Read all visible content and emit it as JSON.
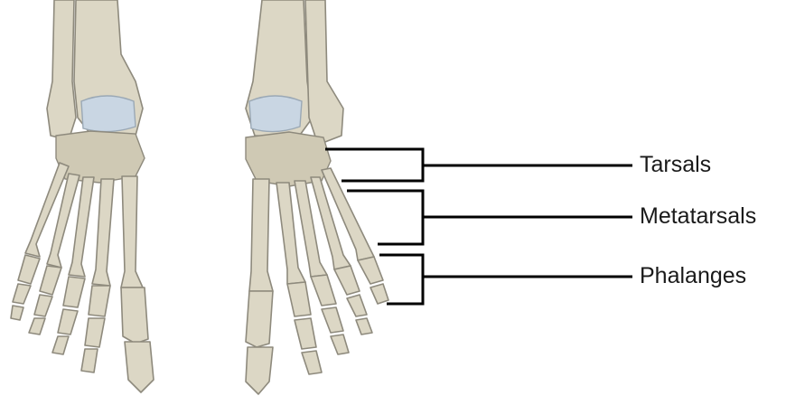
{
  "labels": {
    "tarsals": "Tarsals",
    "metatarsals": "Metatarsals",
    "phalanges": "Phalanges"
  },
  "colors": {
    "bone": "#dcd7c5",
    "bone_outline": "#8e8a7d",
    "cartilage": "#c9d6e3",
    "leader_lines": "#000000"
  }
}
